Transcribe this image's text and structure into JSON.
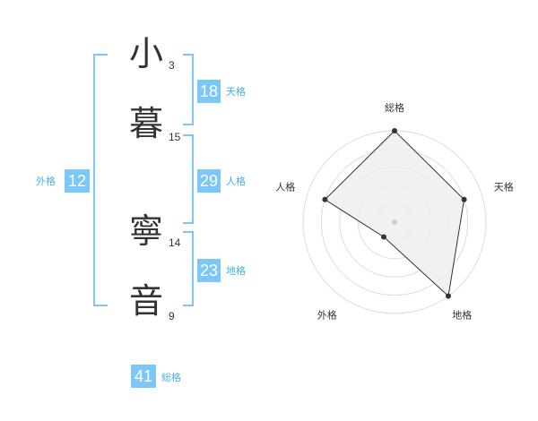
{
  "name": {
    "chars": [
      {
        "char": "小",
        "strokes": "3"
      },
      {
        "char": "暮",
        "strokes": "15"
      },
      {
        "char": "寧",
        "strokes": "14"
      },
      {
        "char": "音",
        "strokes": "9"
      }
    ]
  },
  "fortunes": {
    "tenkaku": {
      "value": "18",
      "label": "天格"
    },
    "jinkaku": {
      "value": "29",
      "label": "人格"
    },
    "chikaku": {
      "value": "23",
      "label": "地格"
    },
    "gaikaku": {
      "value": "12",
      "label": "外格"
    },
    "soukaku": {
      "value": "41",
      "label": "総格"
    }
  },
  "chart_data": {
    "type": "radar",
    "axes": [
      "総格",
      "天格",
      "地格",
      "外格",
      "人格"
    ],
    "values": [
      5,
      4,
      5,
      1,
      4
    ],
    "max": 5,
    "rings": 5,
    "colors": {
      "fill": "#eeeeee",
      "line": "#333333",
      "grid": "#dddddd",
      "center": "#cccccc"
    }
  },
  "colors": {
    "accent": "#7cc7f5",
    "label": "#4aaee8"
  }
}
